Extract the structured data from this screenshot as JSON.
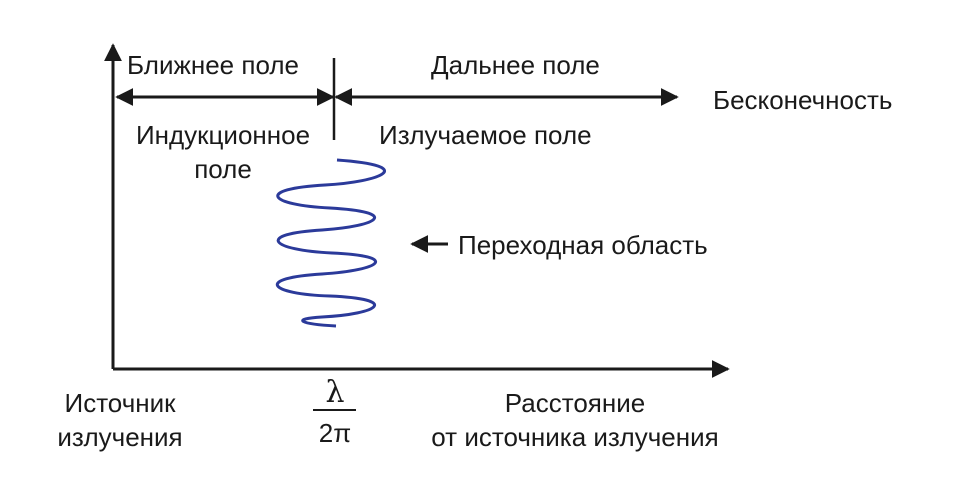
{
  "labels": {
    "near_field": "Ближнее поле",
    "far_field": "Дальнее поле",
    "infinity": "Бесконечность",
    "induction_field_line1": "Индукционное",
    "induction_field_line2": "поле",
    "radiated_field": "Излучаемое поле",
    "transition_region": "Переходная область",
    "source_line1": "Источник",
    "source_line2": "излучения",
    "wavelength_numerator": "λ",
    "wavelength_denominator": "2π",
    "distance_line1": "Расстояние",
    "distance_line2": "от источника излучения"
  },
  "colors": {
    "line": "#1a1a1a",
    "transition_spiral": "#2b3a9a"
  }
}
